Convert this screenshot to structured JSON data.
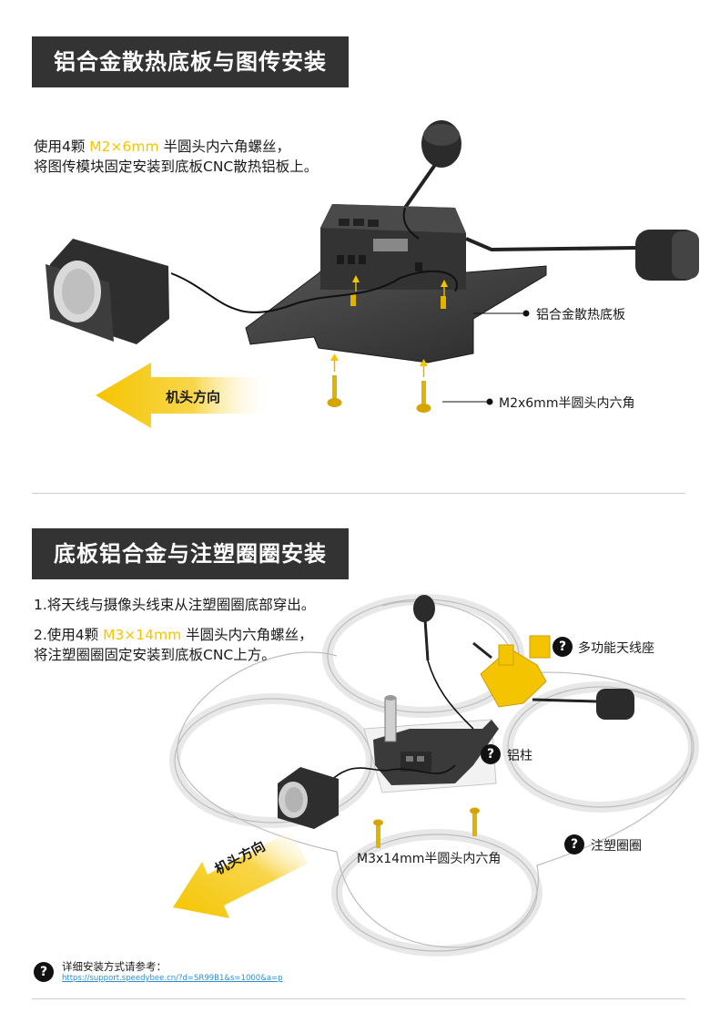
{
  "section1": {
    "title": "铝合金散热底板与图传安装",
    "line1_pre": "使用4颗 ",
    "line1_hl": "M2×6mm",
    "line1_post": " 半圆头内六角螺丝，",
    "line2": "将图传模块固定安装到底板CNC散热铝板上。",
    "callout_plate": "铝合金散热底板",
    "callout_screw": "M2x6mm半圆头内六角",
    "direction": "机头方向"
  },
  "section2": {
    "title": "底板铝合金与注塑圈圈安装",
    "line1": "1.将天线与摄像头线束从注塑圈圈底部穿出。",
    "line2_pre": "2.使用4颗 ",
    "line2_hl": "M3×14mm",
    "line2_post": " 半圆头内六角螺丝，",
    "line3": "将注塑圈圈固定安装到底板CNC上方。",
    "callout_antenna": "多功能天线座",
    "callout_pillar": "铝柱",
    "callout_frame": "注塑圈圈",
    "callout_screw": "M3x14mm半圆头内六角",
    "direction": "机头方向",
    "help_glyph": "?"
  },
  "footer": {
    "text": "详细安装方式请参考：",
    "link": "https://support.speedybee.cn/?d=SR99B1&s=1000&a=p",
    "help_glyph": "?"
  },
  "colors": {
    "accent": "#f5c400",
    "title_bg": "#333333",
    "link": "#2a8fd6"
  }
}
